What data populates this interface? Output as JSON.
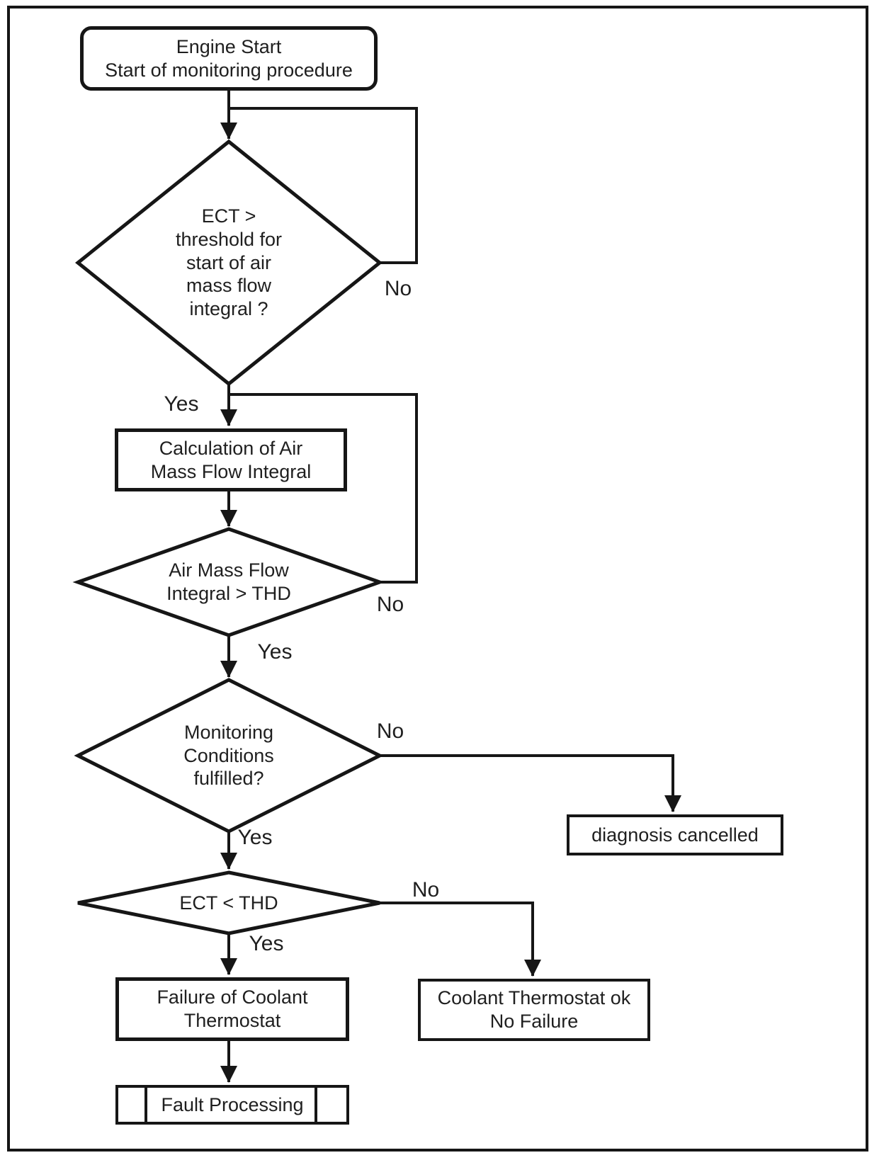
{
  "meta": {
    "figure_type": "flowchart",
    "background_color": "#ffffff",
    "line_color": "#161616",
    "text_color": "#1f1f1f"
  },
  "nodes": {
    "start": {
      "shape": "terminator",
      "label": "Engine Start\nStart of monitoring procedure"
    },
    "ect_threshold": {
      "shape": "decision",
      "label": "ECT >\nthreshold for\nstart of air\nmass flow\nintegral ?"
    },
    "calc_integral": {
      "shape": "process",
      "label": "Calculation of Air\nMass Flow Integral"
    },
    "air_mass_thd": {
      "shape": "decision",
      "label": "Air Mass Flow\nIntegral > THD"
    },
    "monitoring_conditions": {
      "shape": "decision",
      "label": "Monitoring\nConditions\nfulfilled?"
    },
    "diagnosis_cancelled": {
      "shape": "process",
      "label": "diagnosis cancelled"
    },
    "ect_thd": {
      "shape": "decision",
      "label": "ECT < THD"
    },
    "failure_thermostat": {
      "shape": "process",
      "label": "Failure of Coolant\nThermostat"
    },
    "thermostat_ok": {
      "shape": "process",
      "label": "Coolant Thermostat ok\nNo Failure"
    },
    "fault_processing": {
      "shape": "predefined-process",
      "label": "Fault Processing"
    }
  },
  "edges": {
    "ect_threshold_no": "No",
    "ect_threshold_yes": "Yes",
    "air_mass_thd_no": "No",
    "air_mass_thd_yes": "Yes",
    "monitoring_no": "No",
    "monitoring_yes": "Yes",
    "ect_thd_no": "No",
    "ect_thd_yes": "Yes"
  }
}
